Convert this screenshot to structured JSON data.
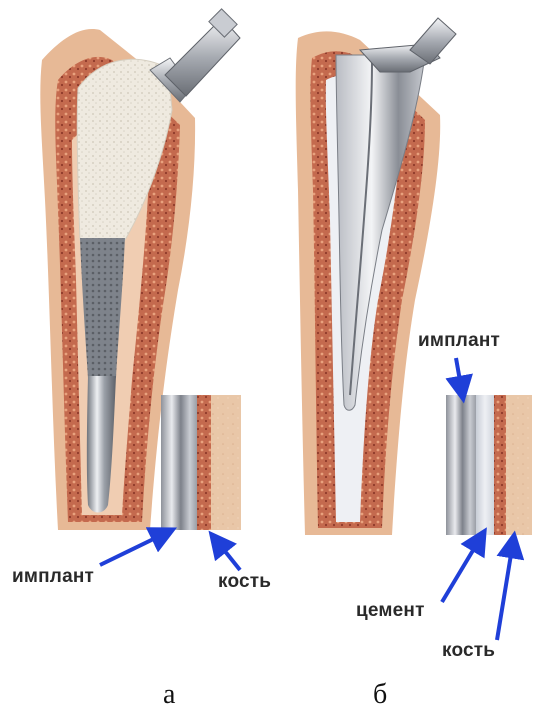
{
  "panels": [
    {
      "caption": "а",
      "labels": {
        "implant": "имплант",
        "bone": "кость"
      }
    },
    {
      "caption": "б",
      "labels": {
        "implant": "имплант",
        "cement": "цемент",
        "bone": "кость"
      }
    }
  ],
  "colors": {
    "bone_outer": "#e6b896",
    "bone_cancellous": "#b4553f",
    "bone_inner": "#f2cfb6",
    "porous_coating": "#ece7dc",
    "metal_light": "#e8e9ec",
    "metal_dark": "#70747c",
    "cement": "#d9dde4",
    "arrow": "#1f3fd8",
    "label_text": "#2a2a2a"
  }
}
